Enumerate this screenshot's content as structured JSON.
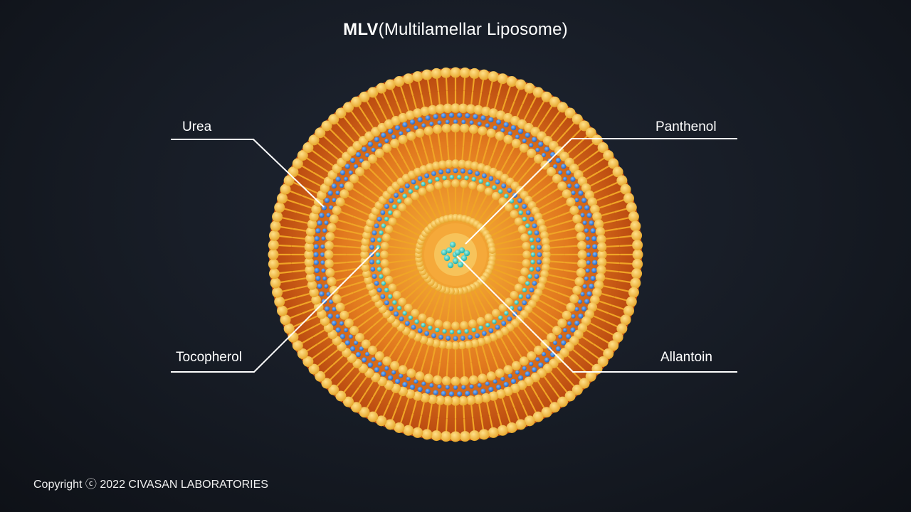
{
  "title": {
    "bold": "MLV",
    "rest": "(Multilamellar Liposome)"
  },
  "labels": {
    "urea": "Urea",
    "panthenol": "Panthenol",
    "tocopherol": "Tocopherol",
    "allantoin": "Allantoin"
  },
  "copyright": "Copyright ⓒ 2022 CIVASAN LABORATORIES",
  "colors": {
    "lipid_head": "#f3b93a",
    "lipid_tail": "#f0a526",
    "core_orange": "#d9621a",
    "blue_molecule": "#2f7ed8",
    "cyan_molecule": "#2fc7c0",
    "leader_line": "#ffffff"
  }
}
